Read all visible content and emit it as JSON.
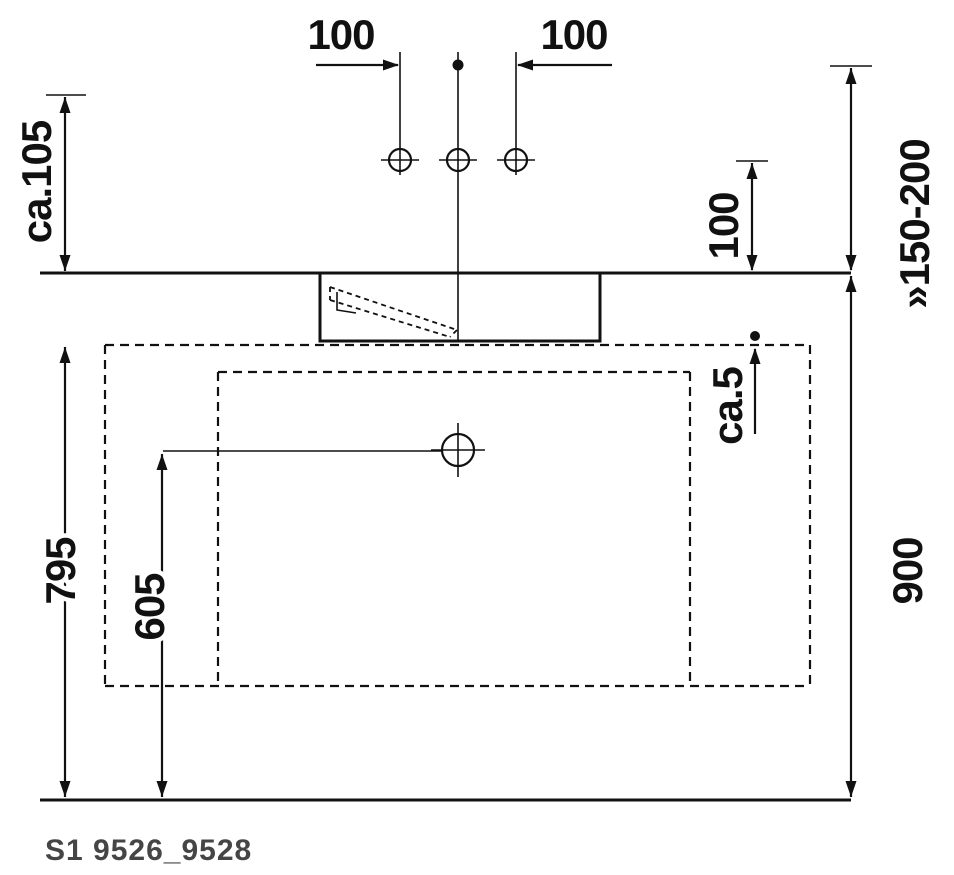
{
  "dimensions": {
    "faucet_spacing_left": "100",
    "faucet_spacing_right": "100",
    "overhang": "ca.105",
    "faucet_to_rim": "100",
    "mixer_range": "»150-200",
    "basin_console_gap": "ca.5",
    "console_height": "795",
    "drain_height": "605",
    "rim_height": "900"
  },
  "footer": {
    "model_code": "S1 9526_9528"
  },
  "colors": {
    "ink": "#111111",
    "footer_text": "#454545"
  }
}
